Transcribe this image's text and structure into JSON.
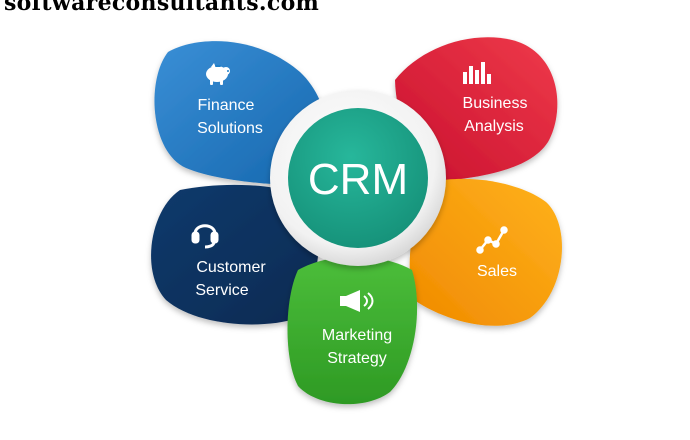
{
  "watermark": "softwareconsultants.com",
  "center": {
    "label": "CRM",
    "color": "#1aa68e"
  },
  "petals": [
    {
      "id": "finance",
      "line1": "Finance",
      "line2": "Solutions",
      "icon": "piggy-bank-icon",
      "color_light": "#3a8fd6",
      "color_dark": "#1566ad"
    },
    {
      "id": "business",
      "line1": "Business",
      "line2": "Analysis",
      "icon": "bar-chart-icon",
      "color_light": "#ef3a4a",
      "color_dark": "#c8102e"
    },
    {
      "id": "customer",
      "line1": "Customer",
      "line2": "Service",
      "icon": "headset-icon",
      "color_light": "#123a6c",
      "color_dark": "#0b2a52"
    },
    {
      "id": "sales",
      "line1": "Sales",
      "line2": "",
      "icon": "trend-line-icon",
      "color_light": "#ffb21c",
      "color_dark": "#f08a00"
    },
    {
      "id": "marketing",
      "line1": "Marketing",
      "line2": "Strategy",
      "icon": "megaphone-icon",
      "color_light": "#4cbe3a",
      "color_dark": "#2e9a24"
    }
  ]
}
